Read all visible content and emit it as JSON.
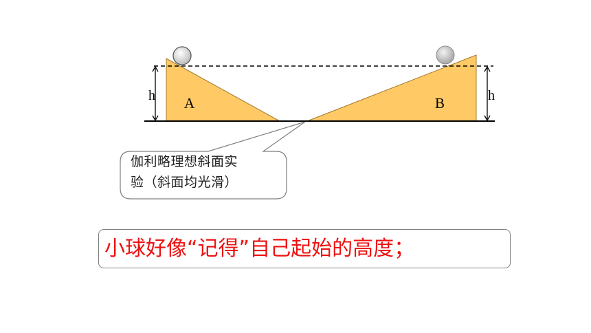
{
  "diagram": {
    "ramp_a_label": "A",
    "ramp_b_label": "B",
    "height_label_left": "h",
    "height_label_right": "h",
    "ramp_color": "#ffc966",
    "ball_color": "#d9d9d9"
  },
  "callout": {
    "line1": "伽利略理想斜面实",
    "line2": "验（斜面均光滑）"
  },
  "statement": {
    "text": "小球好像“记得”自己起始的高度；",
    "color": "#ee1111"
  }
}
